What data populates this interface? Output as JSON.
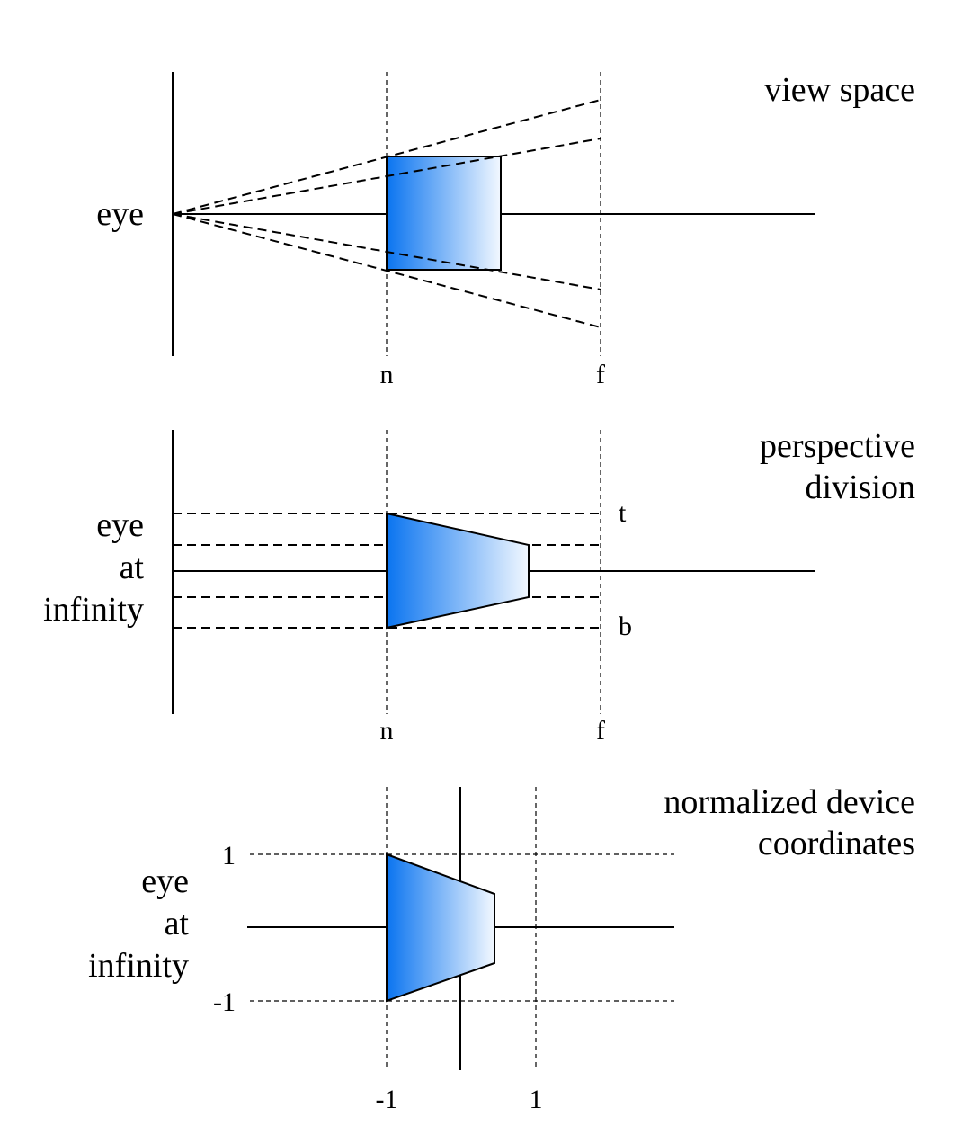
{
  "panels": [
    {
      "title_lines": [
        "view space"
      ],
      "eye_label_lines": [
        "eye"
      ],
      "axis_labels": [
        "n",
        "f"
      ]
    },
    {
      "title_lines": [
        "perspective",
        "division"
      ],
      "eye_label_lines": [
        "eye",
        "at",
        "infinity"
      ],
      "axis_labels": [
        "n",
        "f"
      ],
      "side_labels": [
        "t",
        "b"
      ]
    },
    {
      "title_lines": [
        "normalized device",
        "coordinates"
      ],
      "eye_label_lines": [
        "eye",
        "at",
        "infinity"
      ],
      "y_ticks": [
        "1",
        "-1"
      ],
      "x_ticks": [
        "-1",
        "1"
      ]
    }
  ],
  "colors": {
    "gradient_start": "#0a74f0",
    "gradient_end": "#f2f8ff",
    "stroke": "#000000"
  }
}
